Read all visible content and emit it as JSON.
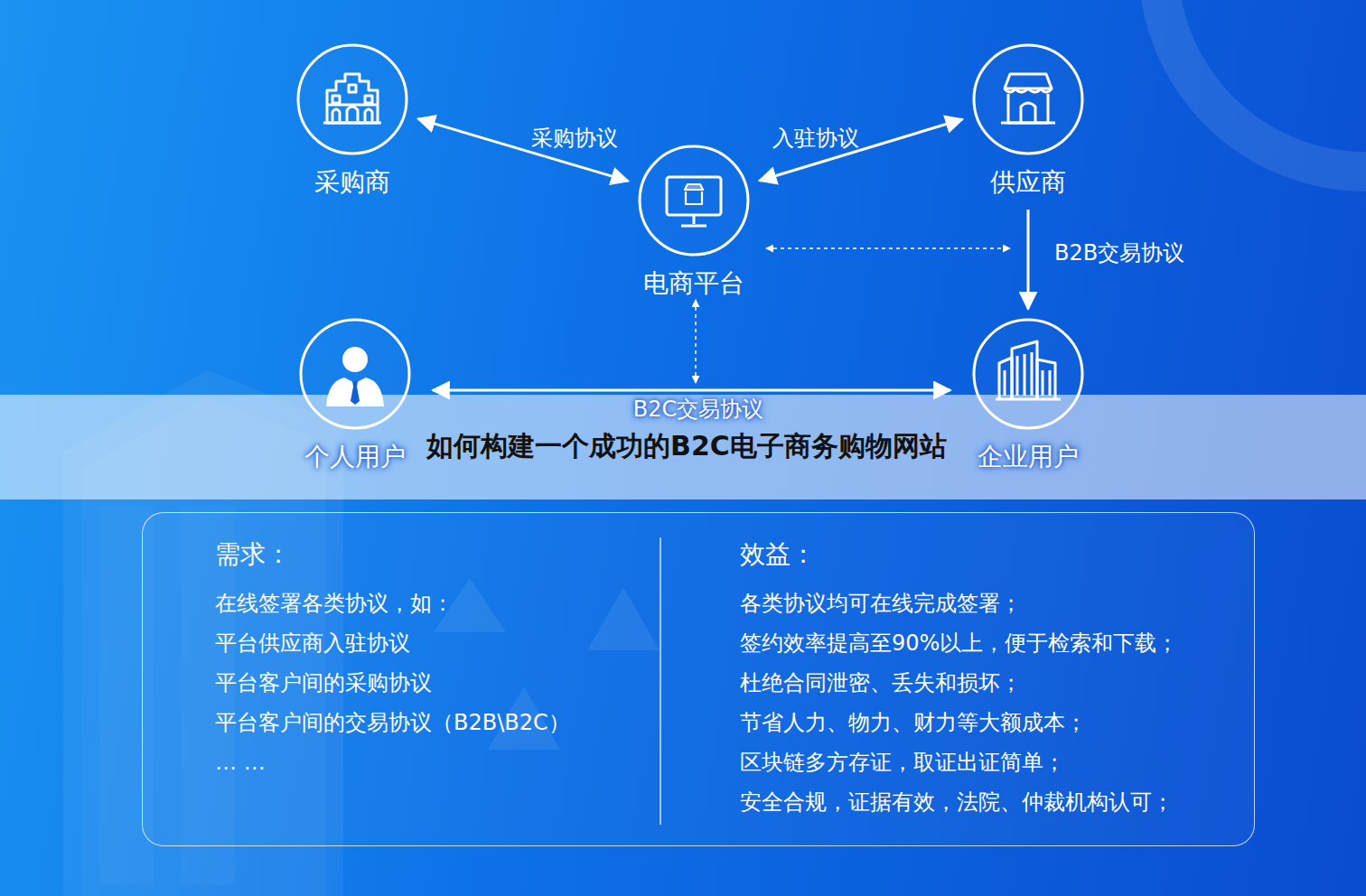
{
  "diagram": {
    "title": "如何构建一个成功的B2C电子商务购物网站",
    "nodes": [
      {
        "text": [
          "采购商"
        ]
      },
      {
        "text": [
          "电商平台"
        ]
      },
      {
        "text": [
          "供应商"
        ]
      },
      {
        "text": [
          "个人用户"
        ]
      },
      {
        "text": [
          "企业用户"
        ]
      },
      {
        "text": [
          "需求：",
          "在线签署各类协议，如：",
          "平台供应商入驻协议",
          "平台客户间的采购协议",
          "平台客户间的交易协议（B2B\\B2C）",
          "… …"
        ]
      },
      {
        "text": [
          "效益：",
          "各类协议均可在线完成签署；",
          "签约效率提高至90%以上，便于检索和下载；",
          "杜绝合同泄密、丢失和损坏；",
          "节省人力、物力、财力等大额成本；",
          "区块链多方存证，取证出证简单；",
          "安全合规，证据有效，法院、仲裁机构认可；"
        ]
      }
    ],
    "edges": [
      {
        "from": 0,
        "to": 1,
        "label": "采购协议",
        "arrow": "both"
      },
      {
        "from": 1,
        "to": 2,
        "label": "入驻协议",
        "arrow": "both"
      },
      {
        "from": 2,
        "to": 4,
        "label": "B2B交易协议",
        "arrow": "to"
      },
      {
        "from": 3,
        "to": 4,
        "label": "B2C交易协议",
        "arrow": "both"
      }
    ]
  }
}
